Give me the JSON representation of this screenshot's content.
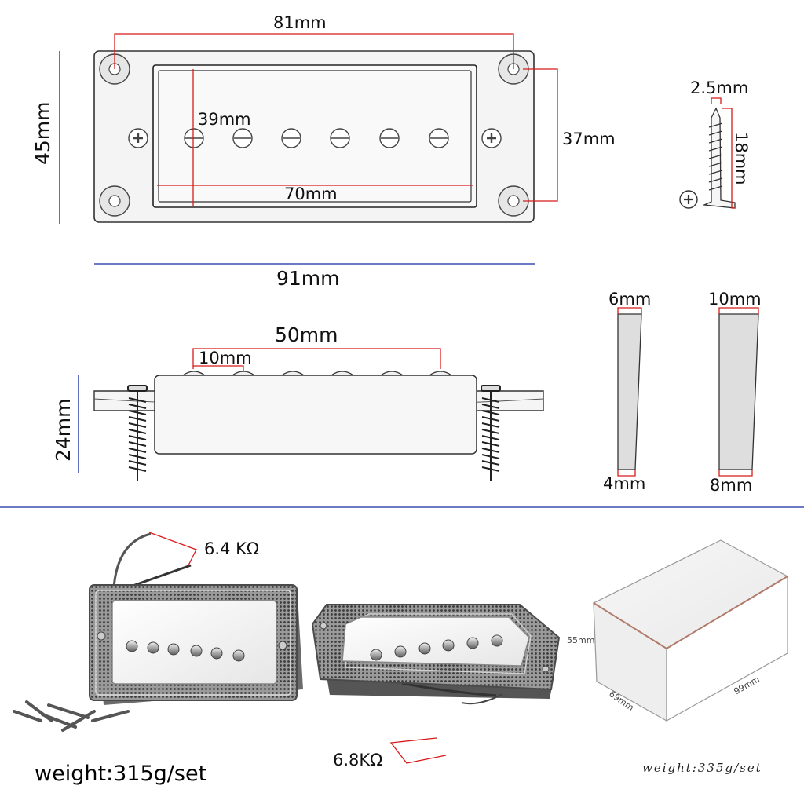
{
  "top_view": {
    "dim_outer_width": "91mm",
    "dim_outer_height": "45mm",
    "dim_hole_spacing": "81mm",
    "dim_hole_vertical": "37mm",
    "dim_inner_width": "70mm",
    "dim_inner_height": "39mm"
  },
  "screw": {
    "dim_diameter": "2.5mm",
    "dim_length": "18mm"
  },
  "side_view": {
    "dim_pole_span": "50mm",
    "dim_pole_spacing": "10mm",
    "dim_height": "24mm"
  },
  "spacers": [
    {
      "dim_top": "6mm",
      "dim_bottom": "4mm"
    },
    {
      "dim_top": "10mm",
      "dim_bottom": "8mm"
    }
  ],
  "photo": {
    "resistance_neck": "6.4 KΩ",
    "resistance_bridge": "6.8KΩ",
    "weight_set": "weight:315g/set"
  },
  "box": {
    "dim_height": "55mm",
    "dim_depth": "69mm",
    "dim_width": "99mm",
    "weight_packed": "weight:335g/set"
  },
  "colors": {
    "dimension_line": "#d81b1b",
    "axis_line": "#3b4fb4",
    "divider": "#3b4fb4",
    "outline": "#333333"
  }
}
